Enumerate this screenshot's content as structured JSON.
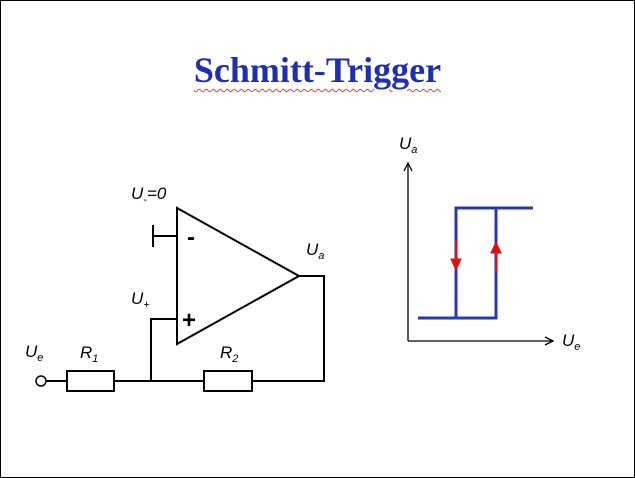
{
  "slide": {
    "title": "Schmitt-Trigger"
  },
  "circuit": {
    "u_minus_main": "U",
    "u_minus_sub": "-",
    "u_minus_value": "=0",
    "minus_sign": "-",
    "plus_sign": "+",
    "u_plus_main": "U",
    "u_plus_sub": "+",
    "ua_main": "U",
    "ua_sub": "a",
    "ue_main": "U",
    "ue_sub": "e",
    "r1_main": "R",
    "r1_sub": "1",
    "r2_main": "R",
    "r2_sub": "2"
  },
  "graph": {
    "y_label_main": "U",
    "y_label_sub": "a",
    "x_label_main": "U",
    "x_label_sub": "e"
  },
  "colors": {
    "title": "#1f2fb0",
    "hysteresis": "#2a3aa8",
    "arrows": "#e01010",
    "wires": "#000000"
  }
}
